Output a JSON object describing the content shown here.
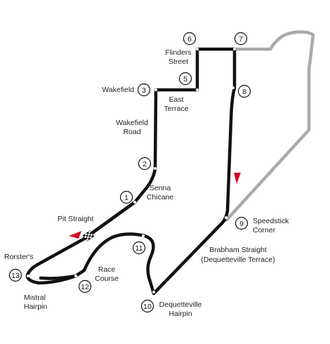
{
  "colors": {
    "track": "#111111",
    "unused_track": "#aaaaaa",
    "direction_arrow": "#cc1122",
    "background": "#ffffff"
  },
  "corners": [
    {
      "number": "1",
      "name": ""
    },
    {
      "number": "2",
      "name": ""
    },
    {
      "number": "3",
      "name": "Wakefield"
    },
    {
      "number": "5",
      "name": ""
    },
    {
      "number": "6",
      "name": ""
    },
    {
      "number": "7",
      "name": ""
    },
    {
      "number": "8",
      "name": ""
    },
    {
      "number": "9",
      "name": "Speedstick Corner"
    },
    {
      "number": "10",
      "name": "Dequetteville Hairpin"
    },
    {
      "number": "11",
      "name": ""
    },
    {
      "number": "12",
      "name": ""
    },
    {
      "number": "13",
      "name": "Rorster's"
    }
  ],
  "labels": {
    "flinders_1": "Flinders",
    "flinders_2": "Street",
    "east_1": "East",
    "east_2": "Terrace",
    "wakefield_road_1": "Wakefield",
    "wakefield_road_2": "Road",
    "senna_1": "Senna",
    "senna_2": "Chicane",
    "pit_straight": "Pit Straight",
    "speedstick_1": "Speedstick",
    "speedstick_2": "Corner",
    "brabham_1": "Brabham Straight",
    "brabham_2": "(Dequetteville Terrace)",
    "race_course_1": "Race",
    "race_course_2": "Course",
    "mistral_1": "Mistral",
    "mistral_2": "Hairpin",
    "dequetteville_1": "Dequetteville",
    "dequetteville_2": "Hairpin"
  },
  "icons": [
    "checkered-flag-icon",
    "direction-arrow-icon"
  ]
}
